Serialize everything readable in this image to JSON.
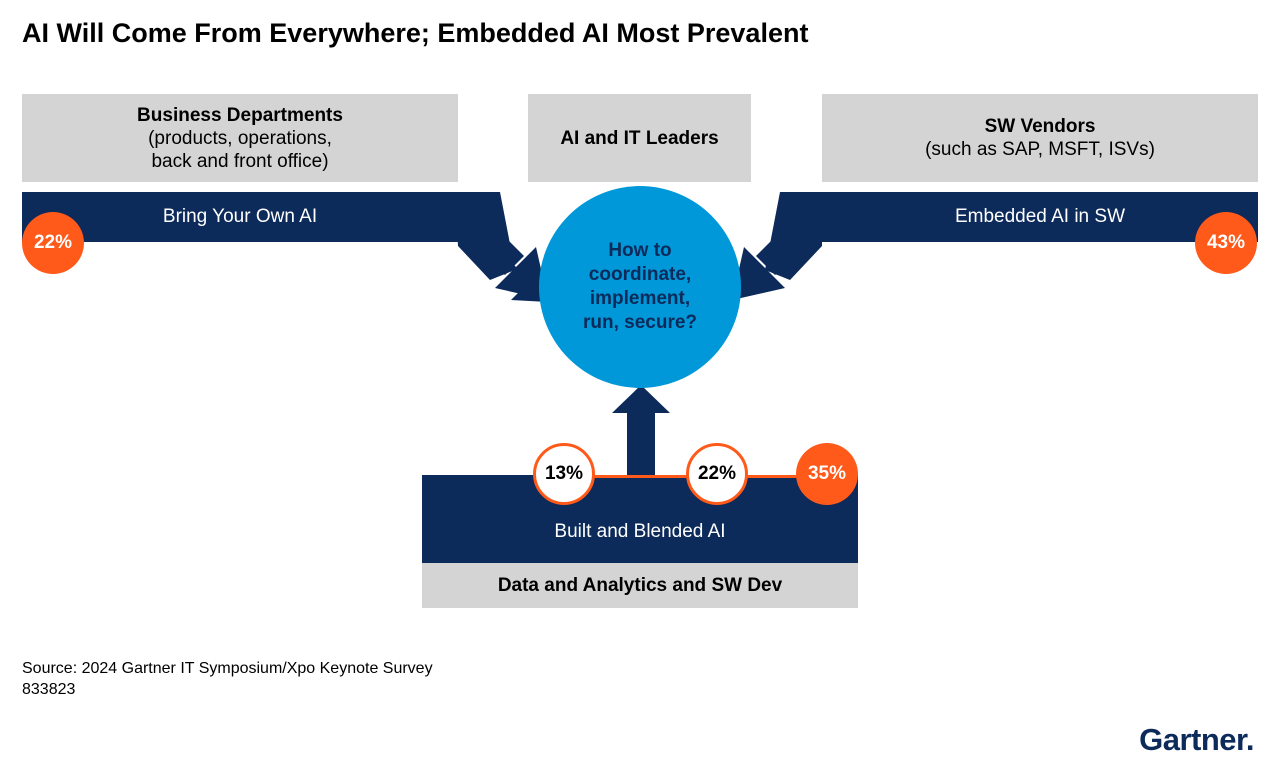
{
  "title": "AI Will Come From Everywhere; Embedded AI Most Prevalent",
  "left": {
    "header_bold": "Business Departments",
    "header_line2": "(products, operations,",
    "header_line3": "back and front office)",
    "bar_label": "Bring Your Own AI",
    "percent": "22%"
  },
  "middle": {
    "header_bold": "AI and IT Leaders"
  },
  "right": {
    "header_bold": "SW Vendors",
    "header_line2": "(such as SAP, MSFT, ISVs)",
    "bar_label": "Embedded AI in SW",
    "percent": "43%"
  },
  "center": {
    "line1": "How to",
    "line2": "coordinate,",
    "line3": "implement,",
    "line4": "run, secure?"
  },
  "bottom": {
    "bar_label": "Built and Blended AI",
    "footer_label": "Data and Analytics and SW Dev",
    "percent_a": "13%",
    "percent_b": "22%",
    "percent_total": "35%"
  },
  "source": {
    "line1": "Source: 2024 Gartner IT Symposium/Xpo Keynote Survey",
    "line2": "833823"
  },
  "logo": {
    "text": "Gartner",
    "mark": "."
  },
  "colors": {
    "navy": "#0c2a5a",
    "blue": "#0098d8",
    "orange": "#ff5a1a",
    "grey": "#d4d4d4"
  }
}
